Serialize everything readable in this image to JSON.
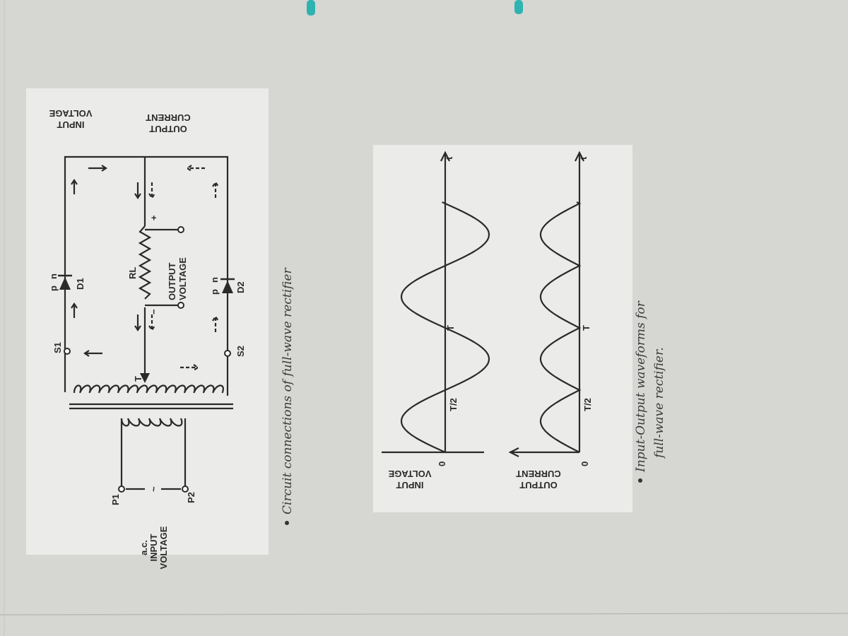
{
  "circuit": {
    "label_input_voltage": [
      "INPUT",
      "VOLTAGE"
    ],
    "label_output_current": [
      "OUTPUT",
      "CURRENT"
    ],
    "label_ac_input": [
      "a.c.",
      "INPUT",
      "VOLTAGE"
    ],
    "label_output_voltage": [
      "OUTPUT",
      "VOLTAGE"
    ],
    "p1": "P1",
    "p2": "P2",
    "tilde": "~",
    "s1": "S1",
    "s2": "S2",
    "d1": "D1",
    "d2": "D2",
    "rl": "RL",
    "t": "T",
    "plus": "+",
    "minus": "−",
    "p": "p",
    "n": "n",
    "caption": "Circuit connections of full-wave rectifier"
  },
  "waveforms": {
    "label_input_voltage": [
      "INPUT",
      "VOLTAGE"
    ],
    "label_output_current": [
      "OUTPUT",
      "CURRENT"
    ],
    "zero": "0",
    "half_period": "T/2",
    "period": "T",
    "time_axis": "t",
    "caption_line1": "Input-Output waveforms for",
    "caption_line2": "full-wave rectifier."
  },
  "colors": {
    "paper": "#d6d6d3",
    "card": "#ebebea",
    "ink": "#2a2a2a",
    "thread": "#2fb3b0"
  }
}
